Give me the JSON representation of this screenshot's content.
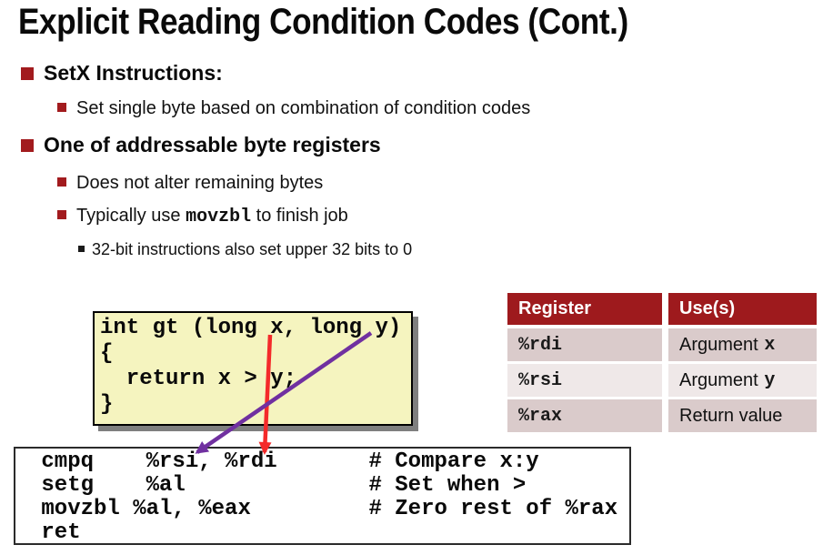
{
  "slide": {
    "title": "Explicit Reading Condition Codes (Cont.)"
  },
  "bullets": {
    "setx_heading": "SetX Instructions:",
    "setx_sub": "Set single byte based on combination of condition codes",
    "byte_registers_heading": "One of addressable byte registers",
    "does_not_alter": "Does not alter remaining bytes",
    "movzbl_pre": "Typically use ",
    "movzbl_code": "movzbl",
    "movzbl_post": " to finish job",
    "bits_32": "32-bit instructions also set upper 32 bits to 0"
  },
  "c_code": {
    "text": "int gt (long x, long y)\n{\n  return x > y;\n}"
  },
  "asm_code": {
    "text": " cmpq    %rsi, %rdi       # Compare x:y\n setg    %al              # Set when >\n movzbl %al, %eax         # Zero rest of %rax\n ret"
  },
  "register_table": {
    "headers": [
      "Register",
      "Use(s)"
    ],
    "rows": [
      {
        "register": "%rdi",
        "use": "Argument",
        "var": "x"
      },
      {
        "register": "%rsi",
        "use": "Argument",
        "var": "y"
      },
      {
        "register": "%rax",
        "use": "Return value",
        "var": ""
      }
    ]
  },
  "colors": {
    "bullet_red": "#A21B1E",
    "table_header_bg": "#9E1A1D",
    "table_row_dark": "#DACBCB",
    "table_row_light": "#EFE8E8",
    "code_box_bg": "#F5F4BF",
    "code_box_shadow": "#7F7F7F",
    "arrow_red": "#F42A2A",
    "arrow_purple": "#7030A0"
  }
}
